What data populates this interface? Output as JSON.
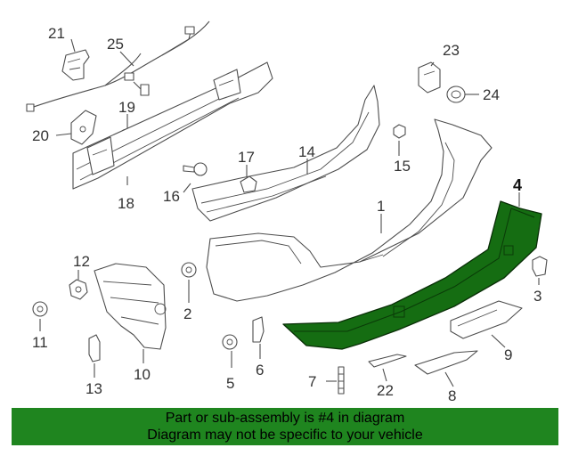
{
  "callouts": {
    "c1": "1",
    "c2": "2",
    "c3": "3",
    "c4": "4",
    "c5": "5",
    "c6": "6",
    "c7": "7",
    "c8": "8",
    "c9": "9",
    "c10": "10",
    "c11": "11",
    "c12": "12",
    "c13": "13",
    "c14": "14",
    "c15": "15",
    "c16": "16",
    "c17": "17",
    "c18": "18",
    "c19": "19",
    "c20": "20",
    "c21": "21",
    "c22": "22",
    "c23": "23",
    "c24": "24",
    "c25": "25"
  },
  "highlight": {
    "part_number": "4",
    "color": "#156d12"
  },
  "banner": {
    "line1": "Part or sub-assembly is #4 in diagram",
    "line2": "Diagram may not be specific to your vehicle",
    "background": "#1f851f"
  }
}
